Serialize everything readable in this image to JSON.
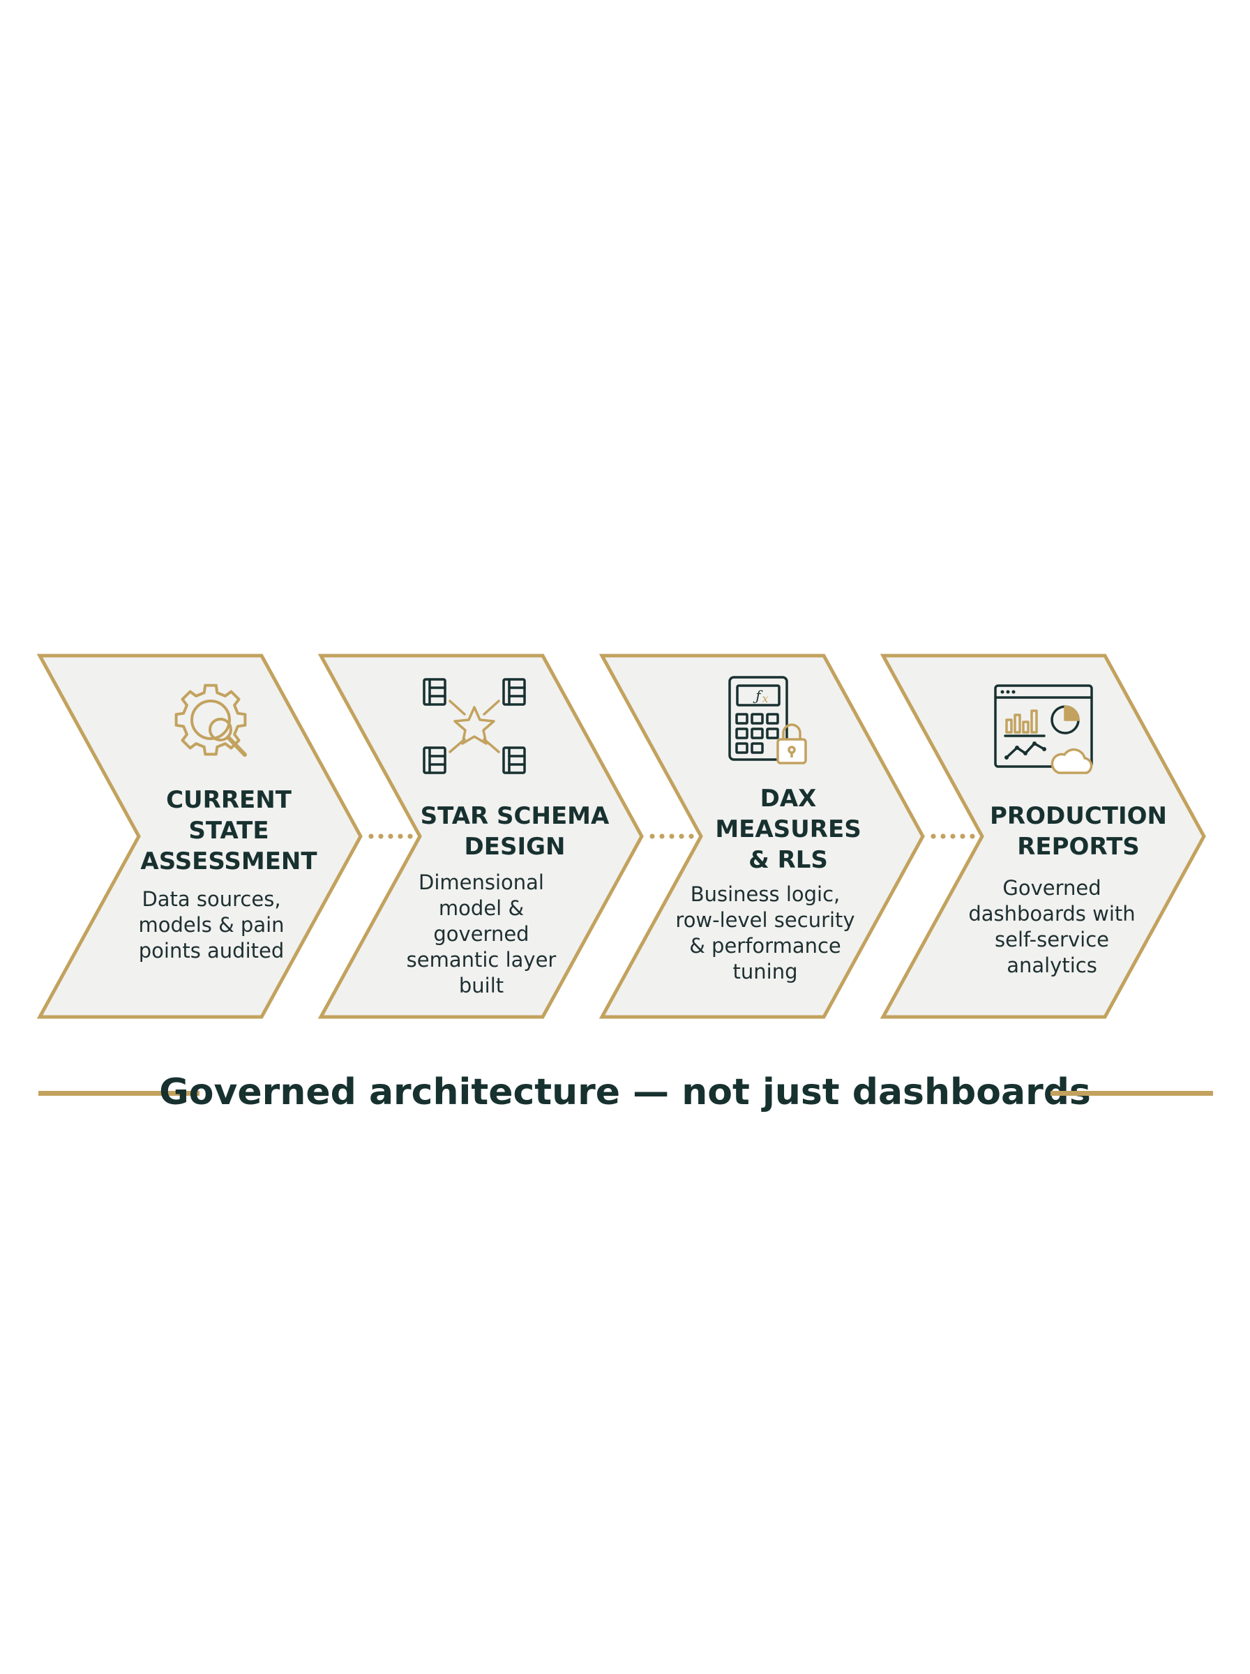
{
  "colors": {
    "gold": "#c2a25e",
    "dark": "#17312f",
    "panel_fill": "#f1f1f0",
    "background": "#ffffff"
  },
  "steps": [
    {
      "title": "CURRENT\nSTATE\nASSESSMENT",
      "description": "Data sources,\nmodels & pain\npoints audited",
      "icon": "gear-magnifier-icon"
    },
    {
      "title": "STAR SCHEMA\nDESIGN",
      "description": "Dimensional\nmodel &\ngoverned\nsemantic layer\nbuilt",
      "icon": "star-schema-icon"
    },
    {
      "title": "DAX\nMEASURES\n& RLS",
      "description": "Business logic,\nrow-level security\n& performance\ntuning",
      "icon": "calculator-lock-icon"
    },
    {
      "title": "PRODUCTION\nREPORTS",
      "description": "Governed\ndashboards with\nself-service\nanalytics",
      "icon": "dashboard-cloud-icon"
    }
  ],
  "tagline": "Governed architecture — not just dashboards"
}
